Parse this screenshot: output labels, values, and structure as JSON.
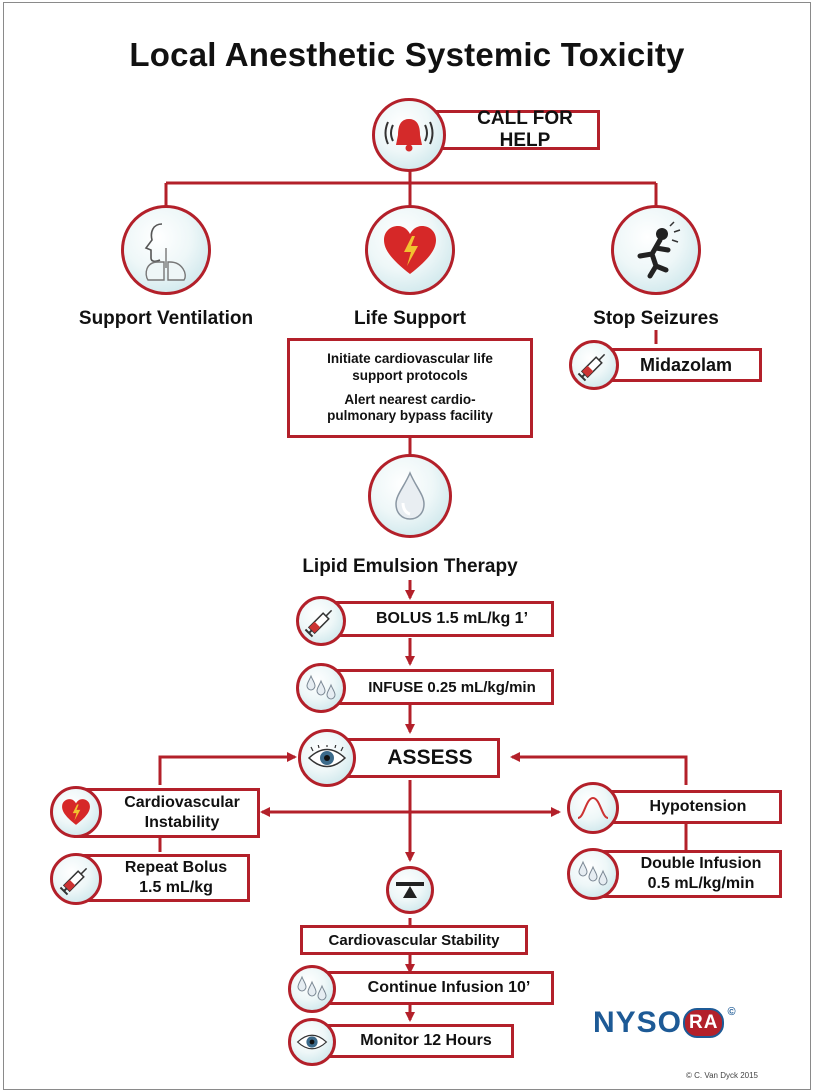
{
  "title": "Local Anesthetic Systemic Toxicity",
  "call_for_help": "CALL FOR HELP",
  "branches": {
    "ventilation": "Support Ventilation",
    "life_support": "Life Support",
    "seizures": "Stop Seizures"
  },
  "life_support_box": {
    "line1": "Initiate cardiovascular life",
    "line2": "support protocols",
    "line3": "Alert nearest cardio-",
    "line4": "pulmonary bypass facility"
  },
  "midazolam": "Midazolam",
  "lipid_title": "Lipid Emulsion Therapy",
  "bolus": "BOLUS 1.5 mL/kg  1’",
  "infuse": "INFUSE 0.25 mL/kg/min",
  "assess": "ASSESS",
  "cv_instability": {
    "line1": "Cardiovascular",
    "line2": "Instability"
  },
  "hypotension": "Hypotension",
  "repeat_bolus": {
    "line1": "Repeat Bolus",
    "line2": "1.5 mL/kg"
  },
  "double_infusion": {
    "line1": "Double Infusion",
    "line2": "0.5 mL/kg/min"
  },
  "cv_stability": "Cardiovascular Stability",
  "continue_infusion": "Continue Infusion 10’",
  "monitor": "Monitor 12 Hours",
  "logo": {
    "part1": "NYSO",
    "part2": "RA",
    "reg": "©"
  },
  "copyright": "© C. Van Dyck 2015",
  "icons": {
    "call": "alarm-bell-icon",
    "ventilation": "lungs-icon",
    "life_support": "heart-lightning-icon",
    "seizures": "seizure-icon",
    "syringe": "syringe-icon",
    "drop": "drop-icon",
    "drops": "drops-icon",
    "eye": "eye-icon",
    "hypotension": "curve-icon",
    "balance": "balance-icon"
  },
  "colors": {
    "accent": "#b3202a",
    "logo": "#1d5a96"
  }
}
